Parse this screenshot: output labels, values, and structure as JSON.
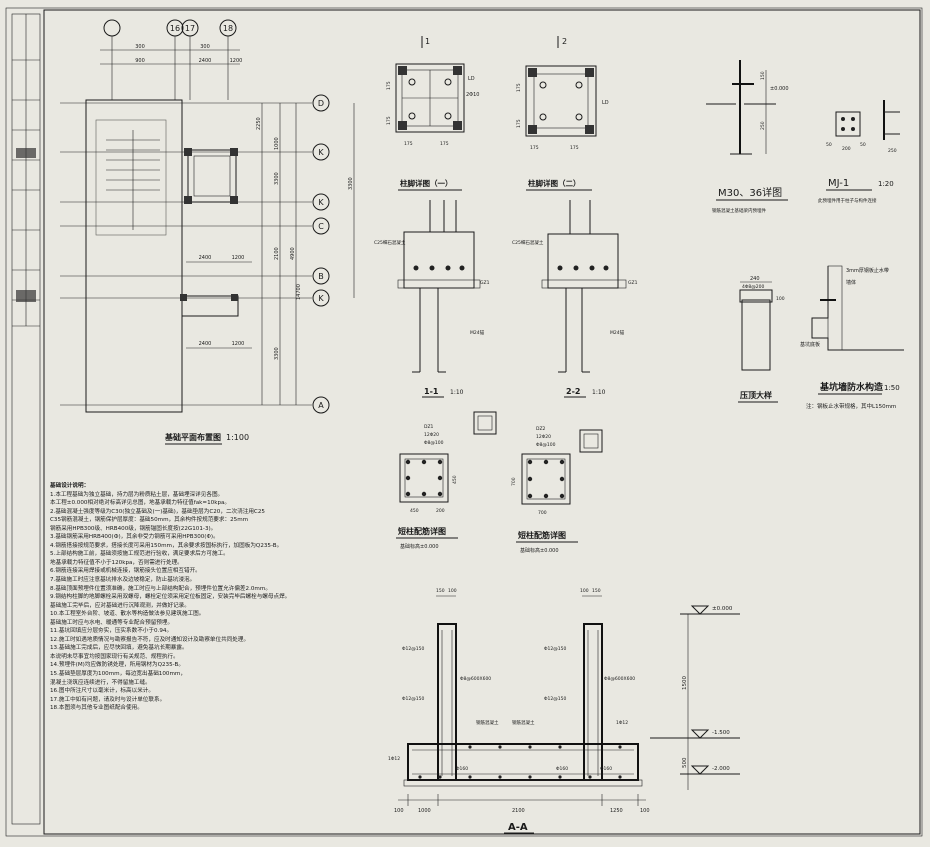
{
  "plan": {
    "title": "基础平面布置图",
    "scale": "1:100",
    "axes_top": [
      "16",
      "17",
      "18"
    ],
    "axes_right": [
      "D",
      "K",
      "K",
      "C",
      "B",
      "K",
      "A"
    ],
    "dims_top_row1": [
      "300",
      "300"
    ],
    "dims_top_row2": [
      "900",
      "2400",
      "1200"
    ],
    "dims_right": [
      "2250",
      "1000",
      "3300",
      "2100",
      "4900",
      "14700",
      "3300",
      "3300"
    ],
    "dims_mid": [
      "2400",
      "1200",
      "2400",
      "1200"
    ]
  },
  "column_detail_1": {
    "marker": "1",
    "title": "柱脚详图（一）",
    "dims": [
      "175",
      "175",
      "175",
      "175"
    ],
    "label_r1": "LD",
    "label_r2": "2Φ10"
  },
  "column_detail_2": {
    "marker": "2",
    "title": "柱脚详图（二）",
    "dims": [
      "175",
      "175",
      "175",
      "175"
    ],
    "label_r1": "LD"
  },
  "section_11": {
    "title": "1-1",
    "scale": "1:10",
    "label1": "C25细石混凝土",
    "label2": "GZ1",
    "label3": "M24锚"
  },
  "section_22": {
    "title": "2-2",
    "scale": "1:10",
    "label1": "C25细石混凝土",
    "label2": "GZ1",
    "label3": "M24锚"
  },
  "m_detail": {
    "title": "M30、36详图",
    "note": "钢筋混凝土基础梁内预埋件",
    "dim1": "150",
    "dim2": "250",
    "level": "±0.000"
  },
  "mj1": {
    "title": "MJ-1",
    "scale": "1:20",
    "note": "此预埋件用于柱子与构件连接",
    "dims": [
      "50",
      "200",
      "50",
      "250"
    ]
  },
  "press_top": {
    "title": "压顶大样",
    "dims": [
      "240",
      "100"
    ],
    "note": "4Φ8@200"
  },
  "waterproof": {
    "title": "基坑墙防水构造",
    "scale": "1:50",
    "note": "注：钢板止水带规格，其中L150mm",
    "label1": "3mm厚钢板止水带",
    "label2": "基坑底板",
    "label3": "墙体"
  },
  "short_col_1": {
    "title": "短柱配筋详图",
    "sub": "基础标高±0.000",
    "labels": [
      "DZ1",
      "12Φ20",
      "Φ8@100"
    ],
    "dims": [
      "450",
      "200",
      "450"
    ]
  },
  "short_col_2": {
    "title": "短柱配筋详图",
    "sub": "基础标高±0.000",
    "labels": [
      "DZ2",
      "12Φ20",
      "Φ8@100"
    ],
    "dims": [
      "700",
      "700"
    ]
  },
  "section_aa": {
    "title": "A-A",
    "dims_bottom": [
      "100",
      "1000",
      "2100",
      "1250",
      "100"
    ],
    "dims_top_left": [
      "150",
      "100"
    ],
    "dims_top_right": [
      "100",
      "150"
    ],
    "rebar_labels": [
      "Φ12@150",
      "Φ12@150",
      "Φ12@150",
      "Φ12@150",
      "Φ8@600X600",
      "Φ8@600X600",
      "1Φ12",
      "1Φ12",
      "钢筋混凝土",
      "钢筋混凝土",
      "Φ160",
      "Φ160",
      "Φ160"
    ],
    "levels": [
      "±0.000",
      "-1.500",
      "-2.000"
    ],
    "level_dims": [
      "1500",
      "500"
    ]
  },
  "notes": {
    "title": "基础设计说明：",
    "lines": [
      "1.本工程基础为独立基础，持力层为粉质粘土层，基础埋深详见各图。",
      "  本工程±0.000相对绝对标高详见总图，地基承载力特征值fak=10kpa。",
      "2.基础混凝土强度等级为C30(独立基础及(一)基础)，基础垫层为C20，二次浇注用C25",
      "  C35钢筋混凝土，钢筋保护层厚度：基础50mm，其余构件按规范要求：25mm",
      "  钢筋采用HPB300级、HRB400级，钢筋锚固长度按(22G101-3)。",
      "3.基础钢筋采用HRB400(Ф)，其余非受力钢筋可采用HPB300(Φ)。",
      "4.钢筋搭接按规范要求，搭接长度可采用150mm，其余要求按国标执行，加固板为Q235-B。",
      "5.上部结构施工前，基础须按施工规范进行验收，满足要求后方可施工。",
      "  地基承载力特征值不小于120kpa，否则需进行处理。",
      "6.钢筋连接采用焊接或机械连接，钢筋接头位置应相互错开。",
      "7.基础施工时应注意基坑排水及边坡稳定，防止基坑浸泡。",
      "8.基础顶面预埋件位置须准确，施工时应与上部结构配合，预埋件位置允许偏差2.0mm。",
      "9.钢结构柱脚的地脚螺栓采用双螺母，螺栓定位须采用定位板固定，安装完毕后螺栓与螺母点焊。",
      "  基础施工完毕后，应对基础进行沉降观测，并做好记录。",
      "10.本工程室外台阶、坡道、散水等构造做法参见建筑施工图。",
      "  基础施工时应与水电、暖通等专业配合预留预埋。",
      "11.基坑回填应分层夯实，压实系数不小于0.94。",
      "12.施工时如遇地质情况与勘察报告不符，应及时通知设计及勘察单位共同处理。",
      "13.基础施工完成后，应尽快回填，避免基坑长期暴露。",
      "  本说明未尽事宜均按国家现行有关规范、规程执行。",
      "14.预埋件(M)均应做防锈处理，所用钢材为Q235-B。",
      "15.基础垫层厚度为100mm，每边宽出基础100mm，",
      "  混凝土浇筑应连续进行，不得留施工缝。",
      "16.图中所注尺寸以毫米计，标高以米计。",
      "17.施工中如有问题，请及时与设计单位联系。",
      "18.本图须与其他专业图纸配合使用。"
    ]
  }
}
